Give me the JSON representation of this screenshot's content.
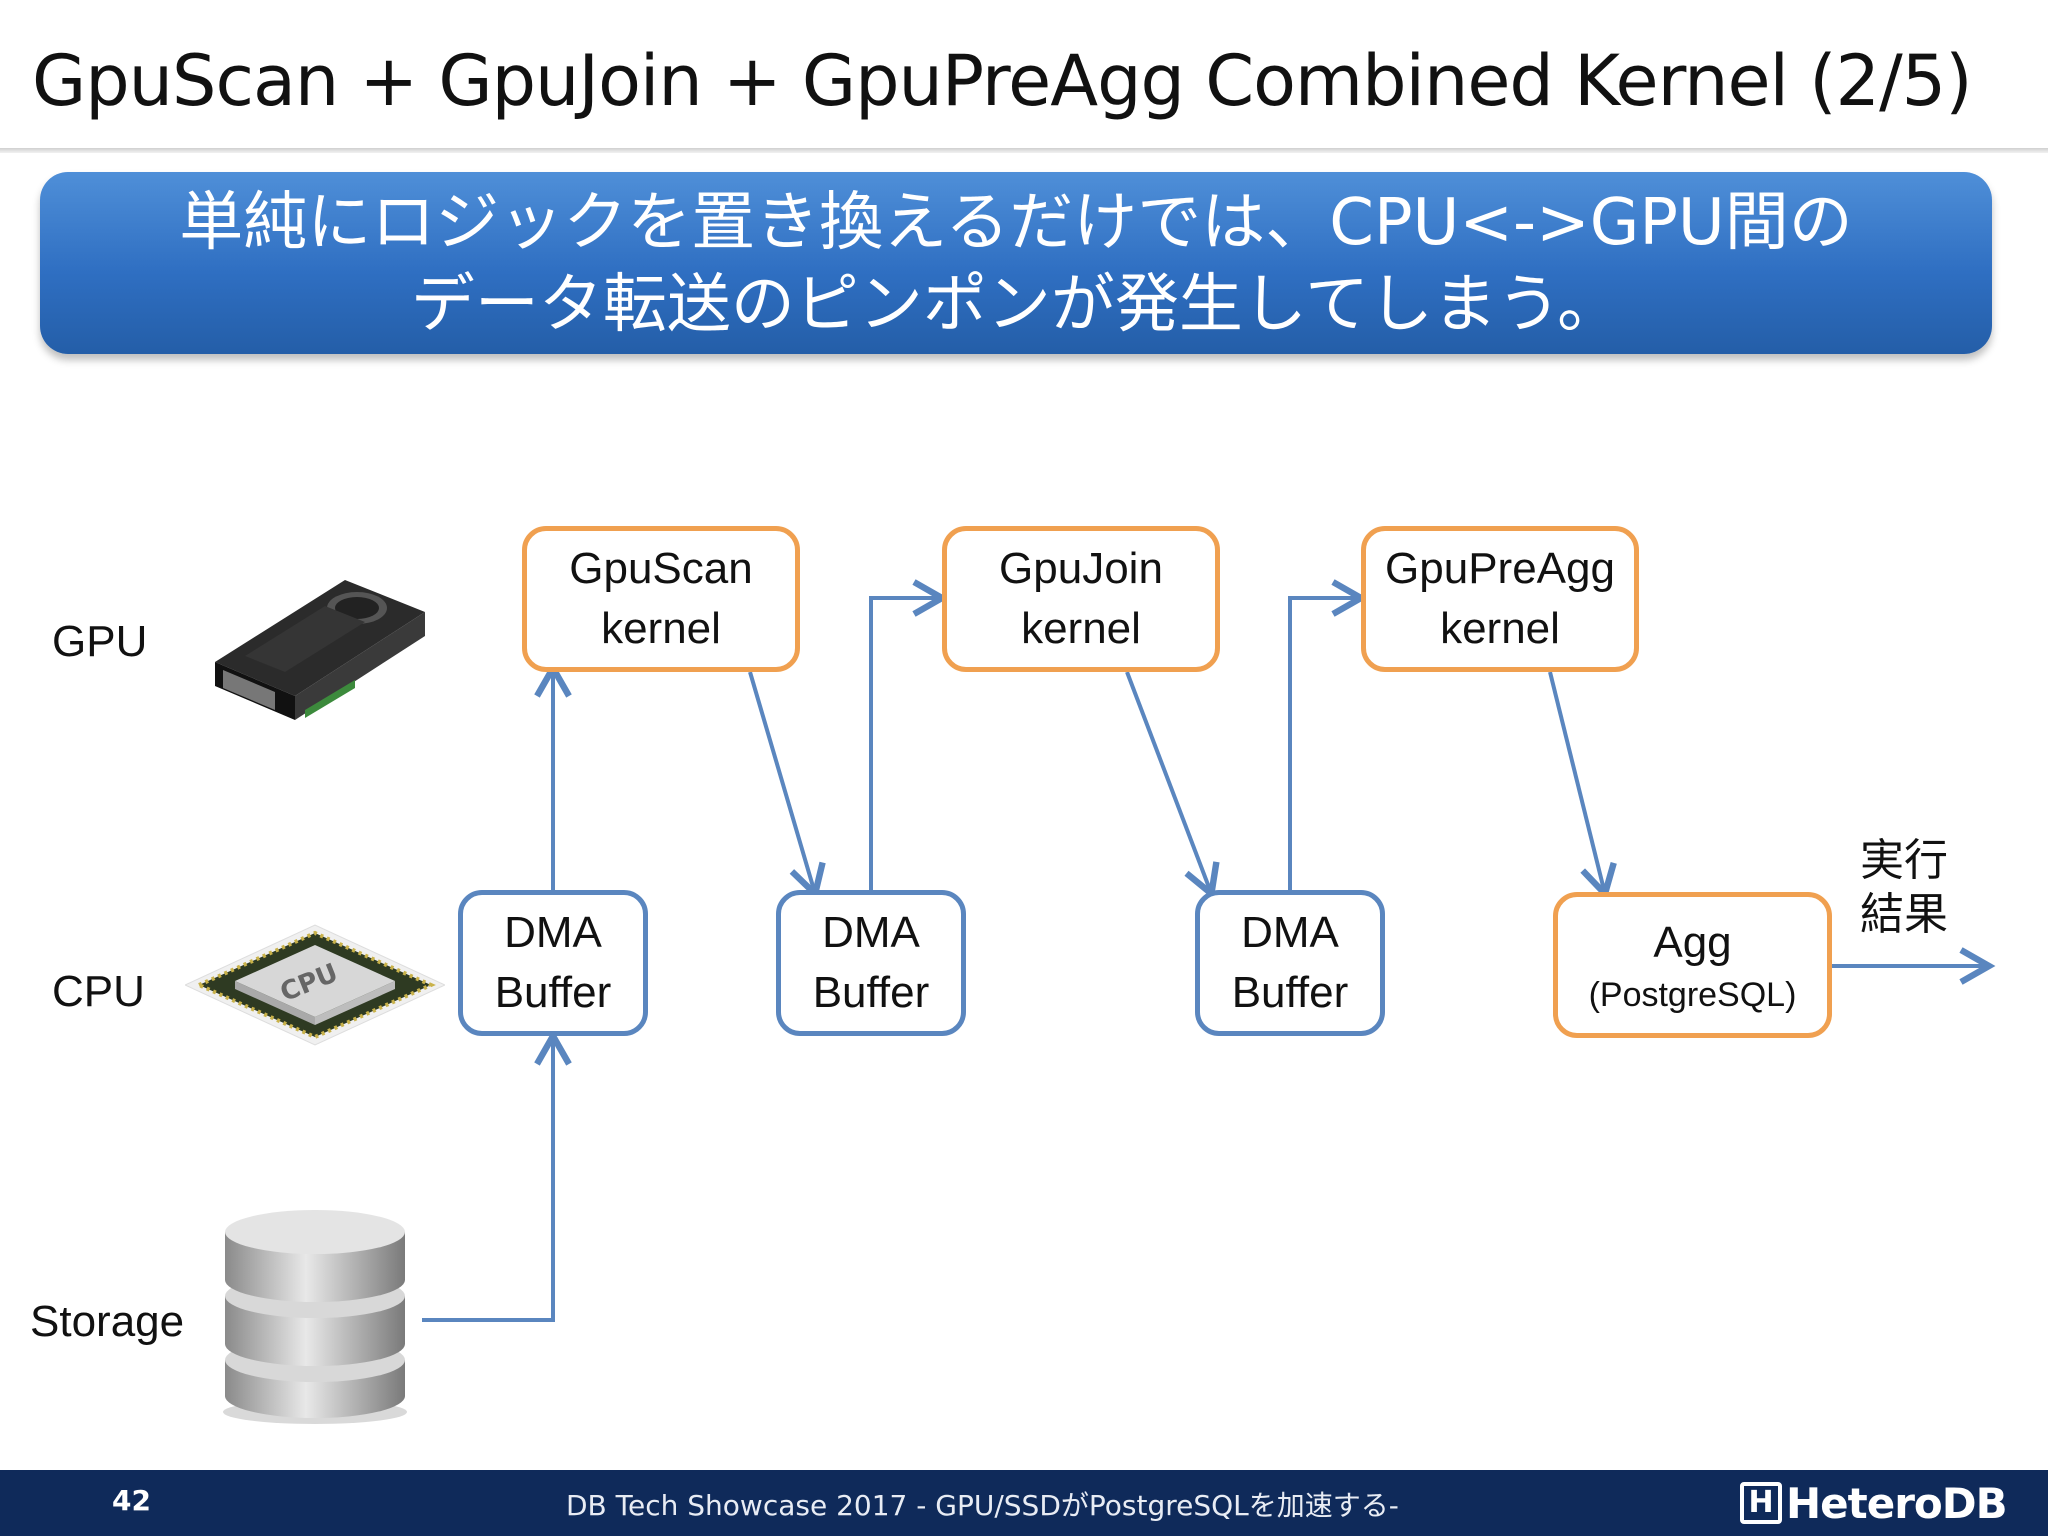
{
  "slide": {
    "title": "GpuScan + GpuJoin + GpuPreAgg Combined Kernel (2/5)",
    "banner_line1": "単純にロジックを置き換えるだけでは、CPU<->GPU間の",
    "banner_line2": "データ転送のピンポンが発生してしまう。"
  },
  "rows": {
    "gpu": "GPU",
    "cpu": "CPU",
    "storage": "Storage"
  },
  "icons": {
    "gpu": "graphics-card-icon",
    "cpu": "cpu-chip-icon",
    "storage": "database-icon",
    "cpu_chip_text": "CPU"
  },
  "kernels": [
    {
      "line1": "GpuScan",
      "line2": "kernel"
    },
    {
      "line1": "GpuJoin",
      "line2": "kernel"
    },
    {
      "line1": "GpuPreAgg",
      "line2": "kernel"
    }
  ],
  "buffers": [
    {
      "line1": "DMA",
      "line2": "Buffer"
    },
    {
      "line1": "DMA",
      "line2": "Buffer"
    },
    {
      "line1": "DMA",
      "line2": "Buffer"
    }
  ],
  "agg": {
    "line1": "Agg",
    "line2": "(PostgreSQL)"
  },
  "result": {
    "line1": "実行",
    "line2": "結果"
  },
  "footer": {
    "page_number": "42",
    "event": "DB Tech Showcase 2017 - GPU/SSDがPostgreSQLを加速する-",
    "logo_text": "HeteroDB",
    "logo_mark": "H"
  },
  "colors": {
    "kernel_border": "#f0a050",
    "buffer_border": "#5a86bf",
    "arrow": "#5a86bf",
    "banner": "#2f6fc2",
    "footer": "#0f2a5a"
  }
}
